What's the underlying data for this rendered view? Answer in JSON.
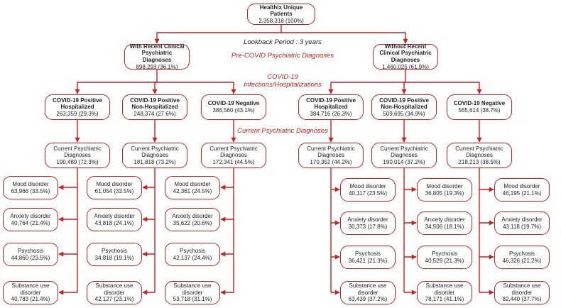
{
  "root": {
    "title": "Healthix Unique Patients",
    "value": "2,358,318 (100%)"
  },
  "labels": {
    "lookback": "Lookback Period : 3 years",
    "pre_covid": "Pre-COVID Psychiatric Diagnoses",
    "covid_line1": "COVID-19",
    "covid_line2": "Infections/Hospitalizations",
    "current": "Current Psychiatric Diagnoses"
  },
  "level1": [
    {
      "title": "With Recent Clinical Psychiatric Diagnoses",
      "value": "898,293 (36.1%)"
    },
    {
      "title": "Without Recent Clinical Psychiatric Diagnoses",
      "value": "1,460,025 (61.9%)"
    }
  ],
  "level2": [
    {
      "title": "COVID-19 Positive Hospitalized",
      "value": "263,359 (29.3%)"
    },
    {
      "title": "COVID-19 Positive Non-Hospitalized",
      "value": "248,374 (27.6%)"
    },
    {
      "title": "COVID-19 Negative",
      "value": "386,560 (43.1%)"
    },
    {
      "title": "COVID-19 Positive Hospitalized",
      "value": "384,716 (26.3%)"
    },
    {
      "title": "COVID-19 Positive Non-Hospitalized",
      "value": "509,695 (34.9%)"
    },
    {
      "title": "COVID-19 Negative",
      "value": "565,614 (38.7%)"
    }
  ],
  "level3": [
    {
      "title": "Current Psychiatric Diagnoses",
      "value": "190,489 (72.3%)"
    },
    {
      "title": "Current Psychiatric Diagnoses",
      "value": "181,818 (73.2%)"
    },
    {
      "title": "Current Psychiatric Diagnoses",
      "value": "172,341 (44.5%)"
    },
    {
      "title": "Current Psychiatric Diagnoses",
      "value": "170,352 (44.2%)"
    },
    {
      "title": "Current Psychiatric Diagnoses",
      "value": "190,014 (37.2%)"
    },
    {
      "title": "Current Psychiatric Diagnoses",
      "value": "218,213 (38.5%)"
    }
  ],
  "groups": [
    {
      "items": [
        {
          "title": "Mood disorder",
          "value": "63,966 (33.5%)"
        },
        {
          "title": "Anxiety disorder",
          "value": "40,764 (21.4%)"
        },
        {
          "title": "Psychosis",
          "value": "44,860 (23.5%)"
        },
        {
          "title": "Substance use disorder",
          "value": "40,783 (21.4%)"
        }
      ]
    },
    {
      "items": [
        {
          "title": "Mood disorder",
          "value": "61,054 (33.5%)"
        },
        {
          "title": "Anxiety disorder",
          "value": "43,818 (24.1%)"
        },
        {
          "title": "Psychosis",
          "value": "34,818 (19.1%)"
        },
        {
          "title": "Substance use disorder",
          "value": "42,127 (23.1%)"
        }
      ]
    },
    {
      "items": [
        {
          "title": "Mood disorder",
          "value": "42,361 (24.5%)"
        },
        {
          "title": "Anxiety disorder",
          "value": "35,622 (20.6%)"
        },
        {
          "title": "Psychosis",
          "value": "42,137 (24.4%)"
        },
        {
          "title": "Substance use disorder",
          "value": "53,718 (31.1%)"
        }
      ]
    },
    {
      "items": [
        {
          "title": "Mood disorder",
          "value": "40,117 (23.5%)"
        },
        {
          "title": "Anxiety disorder",
          "value": "30,373 (17.8%)"
        },
        {
          "title": "Psychosis",
          "value": "36,421 (21.3%)"
        },
        {
          "title": "Substance use disorder",
          "value": "63,439 (37.2%)"
        }
      ]
    },
    {
      "items": [
        {
          "title": "Mood disorder",
          "value": "36,805 (19.3%)"
        },
        {
          "title": "Anxiety disorder",
          "value": "34,506 (18.1%)"
        },
        {
          "title": "Psychosis",
          "value": "40,529 (21.3%)"
        },
        {
          "title": "Substance use disorder",
          "value": "78,171 (41.1%)"
        }
      ]
    },
    {
      "items": [
        {
          "title": "Mood disorder",
          "value": "46,195 (21.1%)"
        },
        {
          "title": "Anxiety disorder",
          "value": "43,118 (19.7%)"
        },
        {
          "title": "Psychosis",
          "value": "46,326 (21.2%)"
        },
        {
          "title": "Substance use disorder",
          "value": "82,440 (37.7%)"
        }
      ]
    }
  ],
  "colors": {
    "accent": "#cc1f1f",
    "label": "#d21f1f"
  }
}
